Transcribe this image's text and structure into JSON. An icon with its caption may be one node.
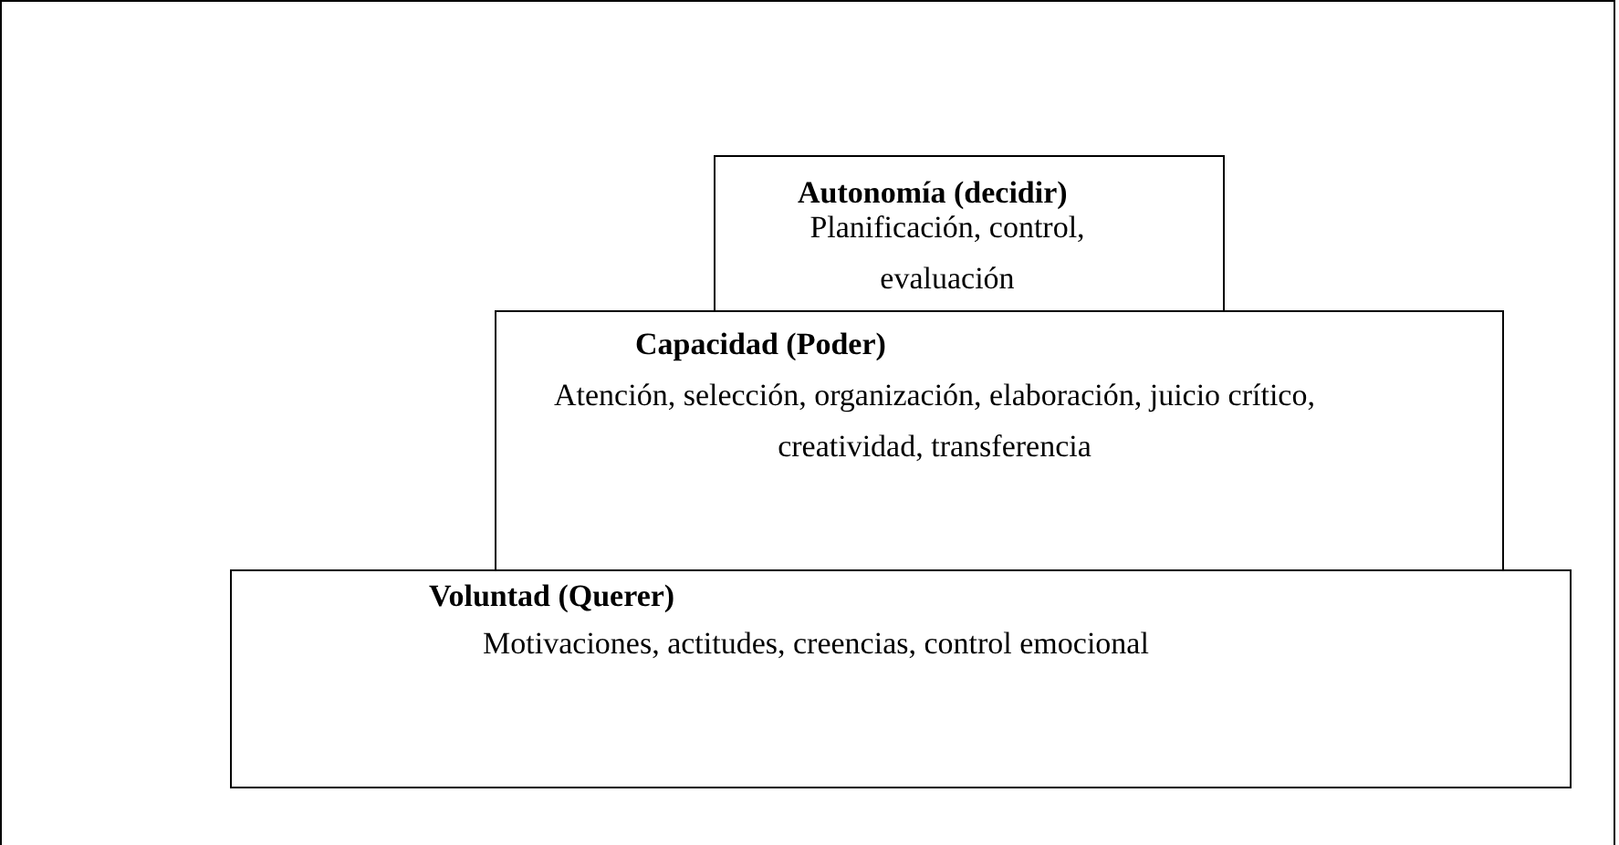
{
  "diagram": {
    "nodes": [
      {
        "text": [
          "Autonomía (decidir)",
          "Planificación, control, evaluación"
        ]
      },
      {
        "text": [
          "Capacidad (Poder)",
          "Atención, selección, organización, elaboración, juicio crítico, creatividad, transferencia"
        ]
      },
      {
        "text": [
          "Voluntad (Querer)",
          "Motivaciones, actitudes, creencias, control emocional"
        ]
      }
    ]
  }
}
